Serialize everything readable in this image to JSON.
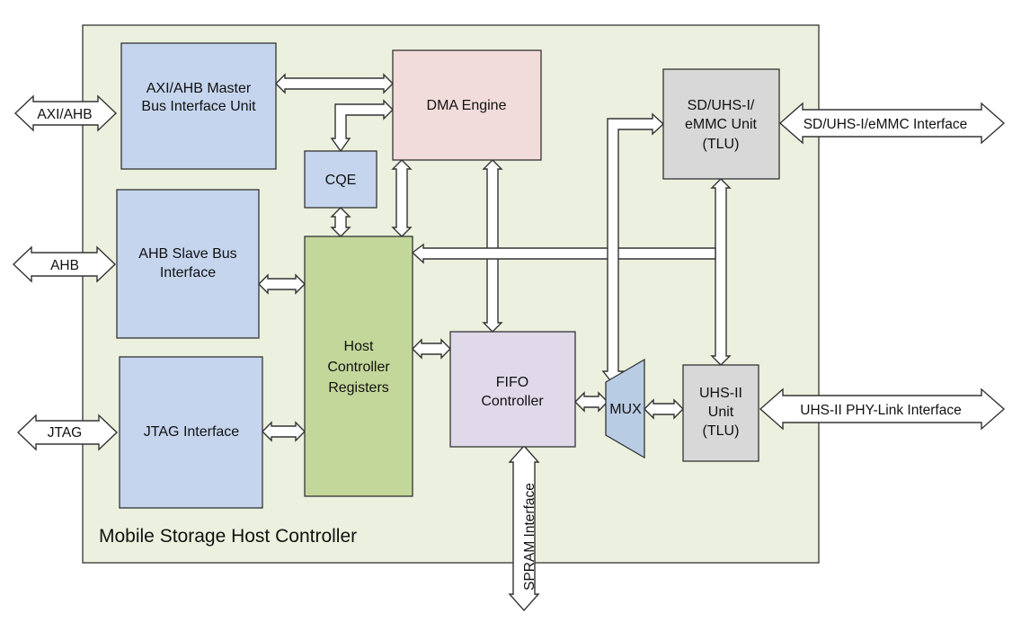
{
  "diagram": {
    "title": "Mobile Storage Host Controller",
    "blocks": {
      "axi_master": [
        "AXI/AHB Master",
        "Bus Interface Unit"
      ],
      "dma": [
        "DMA Engine"
      ],
      "cqe": [
        "CQE"
      ],
      "ahb_slave": [
        "AHB Slave Bus",
        "Interface"
      ],
      "jtag_if": [
        "JTAG Interface"
      ],
      "host_regs": [
        "Host",
        "Controller",
        "Registers"
      ],
      "fifo": [
        "FIFO",
        "Controller"
      ],
      "mux": [
        "MUX"
      ],
      "sd_unit": [
        "SD/UHS-I/",
        "eMMC Unit",
        "(TLU)"
      ],
      "uhs2_unit": [
        "UHS-II",
        "Unit",
        "(TLU)"
      ]
    },
    "external": {
      "axi_ahb": "AXI/AHB",
      "ahb": "AHB",
      "jtag": "JTAG",
      "sd_interface": "SD/UHS-I/eMMC Interface",
      "uhs2_interface": "UHS-II PHY-Link Interface",
      "spram_interface": "SPRAM Interface"
    },
    "colors": {
      "panel": "#ebf1de",
      "blue_block": "#c5d5ee",
      "dma_block": "#f2dcdb",
      "green_block": "#c4d79b",
      "fifo_block": "#e0d9ea",
      "gray_block": "#d8d8d8",
      "mux_block": "#b8cce4",
      "outline": "#333333"
    }
  }
}
